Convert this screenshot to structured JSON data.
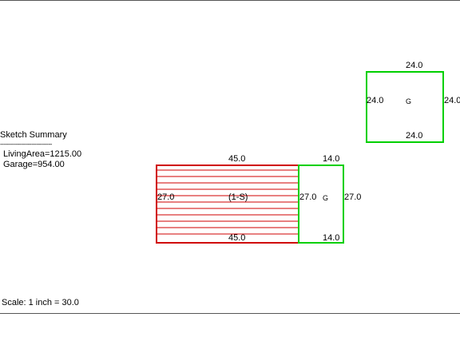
{
  "summary": {
    "title": "Sketch Summary",
    "divider": "------------------------------",
    "lines": [
      "LivingArea=1215.00",
      "Garage=954.00"
    ]
  },
  "scale_text": "Scale: 1 inch = 30.0",
  "living": {
    "label": "(1-S)",
    "top": "45.0",
    "bottom": "45.0",
    "left": "27.0",
    "right": "27.0"
  },
  "garage_attached": {
    "label": "G",
    "top": "14.0",
    "bottom": "14.0",
    "right": "27.0"
  },
  "garage_detached": {
    "label": "G",
    "top": "24.0",
    "bottom": "24.0",
    "left": "24.0",
    "right": "24.0"
  },
  "colors": {
    "living_outline": "#d00000",
    "living_hatch": "#d00000",
    "garage_outline": "#00d000",
    "rule": "#555555"
  }
}
